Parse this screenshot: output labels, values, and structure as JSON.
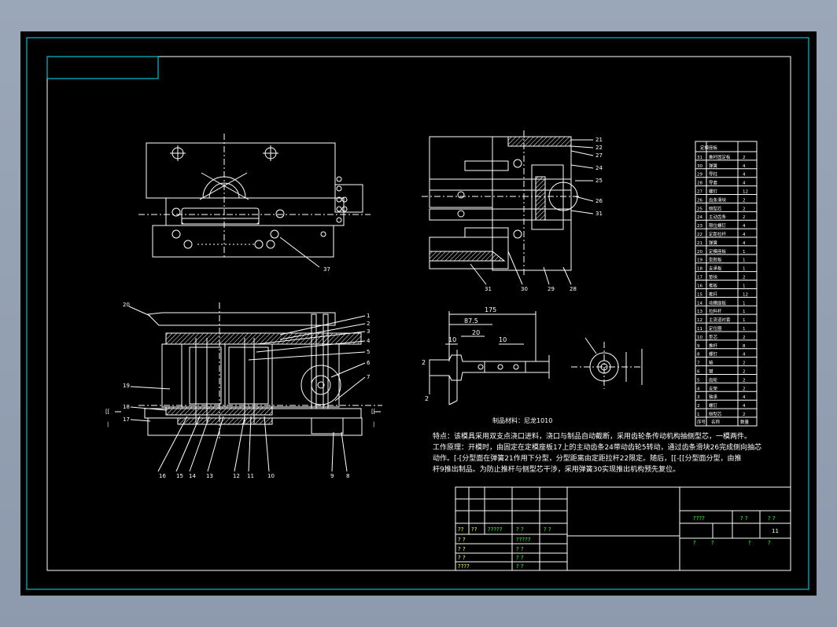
{
  "colors": {
    "background": "#000000",
    "frame": "#00e5ff",
    "line": "#ffffff",
    "title_text": "#33ff33",
    "title_text_alt": "#ffff55"
  },
  "top_view": {
    "callout": "37"
  },
  "section_view": {
    "callouts_right": [
      "1",
      "2",
      "3",
      "4",
      "5",
      "6",
      "7"
    ],
    "callouts_left": [
      "20",
      "19",
      "18",
      "17"
    ],
    "callouts_bottom": [
      "16",
      "15",
      "14",
      "13",
      "12",
      "11",
      "10",
      "9",
      "8"
    ],
    "section_marks": [
      "[[",
      "[[",
      "|",
      "|"
    ]
  },
  "right_view": {
    "callouts_right": [
      "21",
      "22",
      "27",
      "24",
      "25",
      "26",
      "31"
    ],
    "callouts_bottom": [
      "31",
      "30",
      "29",
      "28"
    ]
  },
  "part_drawing": {
    "dims": [
      "175",
      "87.5",
      "20",
      "10",
      "10",
      "2",
      "2"
    ],
    "material": "制品材料：尼龙1010"
  },
  "notes": {
    "line1": "特点：该模具采用双支点浇口进料，浇口与制品自动截断，采用齿轮条传动机构抽侧型芯，一模两件。",
    "line2": "工作原理：开模时，由固定在定模座板17上的主动齿条24带动齿轮5转动，通过齿条滑块26完成侧向抽芯",
    "line3": "动作。[-[分型面在弹簧21作用下分型，分型距离由定距拉杆22限定。随后，[[-[[分型面分型，由推",
    "line4": "杆9推出制品。为防止推杆与侧型芯干涉，采用弹簧30实现推出机构预先复位。"
  },
  "bom": {
    "header": [
      "序号",
      "名称",
      "数量"
    ],
    "rows": [
      {
        "no": "31",
        "name": "推杆固定板",
        "qty": "2"
      },
      {
        "no": "30",
        "name": "弹簧",
        "qty": "4"
      },
      {
        "no": "29",
        "name": "导柱",
        "qty": "4"
      },
      {
        "no": "28",
        "name": "导套",
        "qty": "4"
      },
      {
        "no": "27",
        "name": "螺钉",
        "qty": "12"
      },
      {
        "no": "26",
        "name": "齿条滑块",
        "qty": "2"
      },
      {
        "no": "25",
        "name": "侧型芯",
        "qty": "2"
      },
      {
        "no": "24",
        "name": "主动齿条",
        "qty": "2"
      },
      {
        "no": "23",
        "name": "限位螺钉",
        "qty": "4"
      },
      {
        "no": "22",
        "name": "定距拉杆",
        "qty": "4"
      },
      {
        "no": "21",
        "name": "弹簧",
        "qty": "4"
      },
      {
        "no": "20",
        "name": "定模座板",
        "qty": "1"
      },
      {
        "no": "19",
        "name": "型腔板",
        "qty": "1"
      },
      {
        "no": "18",
        "name": "支承板",
        "qty": "1"
      },
      {
        "no": "17",
        "name": "垫块",
        "qty": "2"
      },
      {
        "no": "16",
        "name": "推板",
        "qty": "1"
      },
      {
        "no": "15",
        "name": "推杆",
        "qty": "12"
      },
      {
        "no": "14",
        "name": "动模座板",
        "qty": "1"
      },
      {
        "no": "13",
        "name": "拉料杆",
        "qty": "1"
      },
      {
        "no": "12",
        "name": "主流道衬套",
        "qty": "1"
      },
      {
        "no": "11",
        "name": "定位圈",
        "qty": "1"
      },
      {
        "no": "10",
        "name": "型芯",
        "qty": "2"
      },
      {
        "no": "9",
        "name": "推杆",
        "qty": "8"
      },
      {
        "no": "8",
        "name": "螺钉",
        "qty": "4"
      },
      {
        "no": "7",
        "name": "轴",
        "qty": "2"
      },
      {
        "no": "6",
        "name": "键",
        "qty": "2"
      },
      {
        "no": "5",
        "name": "齿轮",
        "qty": "2"
      },
      {
        "no": "4",
        "name": "支架",
        "qty": "2"
      },
      {
        "no": "3",
        "name": "轴承",
        "qty": "4"
      },
      {
        "no": "2",
        "name": "螺钉",
        "qty": "4"
      },
      {
        "no": "1",
        "name": "侧型芯",
        "qty": "2"
      }
    ],
    "top_label": "定模座板"
  },
  "title_block": {
    "left_rows": [
      {
        "a": "??",
        "b": "??",
        "c": "?????",
        "d": "? ?",
        "e": "? ?"
      },
      {
        "a": "? ?",
        "b": "",
        "c": "",
        "d": "?????",
        "e": ""
      },
      {
        "a": "? ?",
        "b": "",
        "c": "",
        "d": "? ?",
        "e": ""
      },
      {
        "a": "? ?",
        "b": "",
        "c": "",
        "d": "? ?",
        "e": ""
      },
      {
        "a": "????",
        "b": "",
        "c": "",
        "d": "? ?",
        "e": ""
      }
    ],
    "right_row1": [
      "????",
      "? ?",
      "? ?"
    ],
    "sheet_no": "11",
    "right_row2": [
      "?",
      "?",
      "?",
      "?"
    ]
  }
}
